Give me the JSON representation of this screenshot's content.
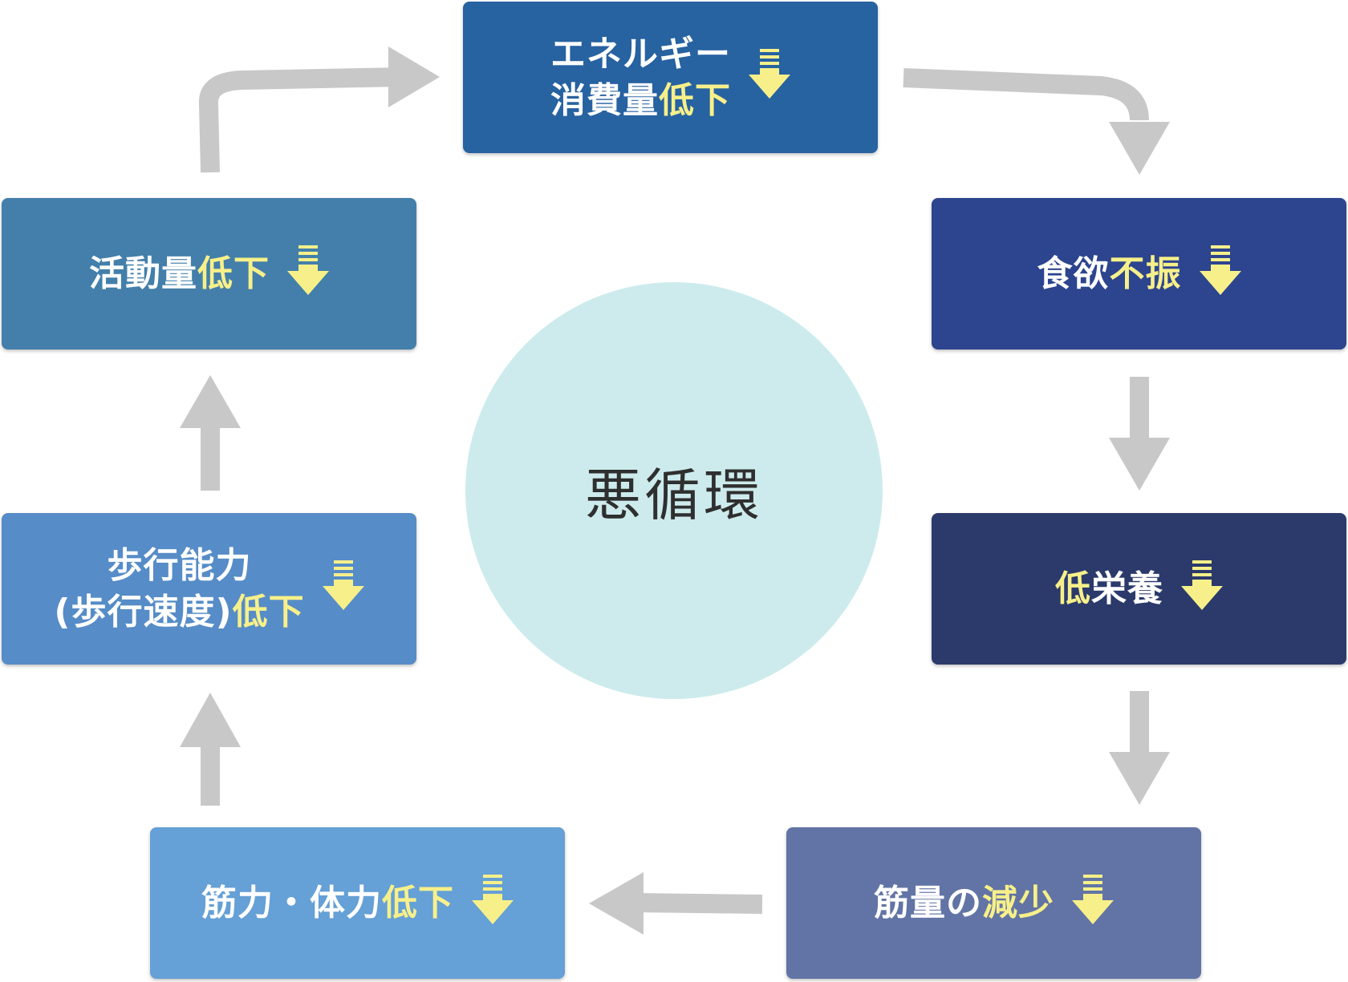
{
  "center": {
    "label": "悪循環"
  },
  "colors": {
    "highlight": "#f7f08a",
    "arrow": "#c8c8c8",
    "circle": "#cdebed",
    "energy": "#2762a1",
    "appetite": "#2d448e",
    "malnutrition": "#2b3a6b",
    "muscle_mass": "#6274a5",
    "strength": "#65a0d6",
    "walking": "#568cc7",
    "activity": "#437faa"
  },
  "nodes": {
    "energy": {
      "line1": "エネルギー",
      "line2_a": "消費量",
      "line2_b": "低下",
      "icon": "down-arrow-icon"
    },
    "appetite": {
      "a": "食欲",
      "b": "不振",
      "icon": "down-arrow-icon"
    },
    "malnutrition": {
      "a": "低",
      "b": "栄養",
      "icon": "down-arrow-icon"
    },
    "muscle_mass": {
      "a": "筋量の",
      "b": "減少",
      "icon": "down-arrow-icon"
    },
    "strength": {
      "a": "筋力・体力",
      "b": "低下",
      "icon": "down-arrow-icon"
    },
    "walking": {
      "line1": "歩行能力",
      "line2_a": "(歩行速度)",
      "line2_b": "低下",
      "icon": "down-arrow-icon"
    },
    "activity": {
      "a": "活動量",
      "b": "低下",
      "icon": "down-arrow-icon"
    }
  }
}
